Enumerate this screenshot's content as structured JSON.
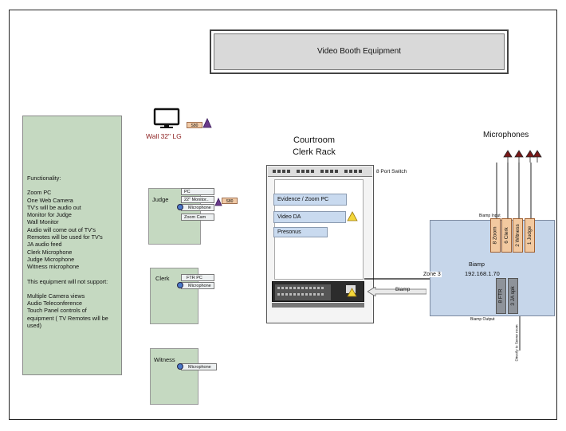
{
  "title": "Video Booth Equipment",
  "functionality": {
    "lines": [
      "Functionality:",
      "",
      "Zoom PC",
      "One Web Camera",
      "TV's will be audio out",
      "Monitor for Judge",
      "Wall Monitor",
      "Audio will come out of TV's",
      "Remotes will be used for TV's",
      "JA audio feed",
      "Clerk Microphone",
      "Judge Microphone",
      "Witness microphone",
      "",
      "This equipment will not support:",
      "",
      "Multiple Camera views",
      "Audio Teleconference",
      "Touch Panel controls of",
      "equipment ( TV Remotes will be",
      "used)"
    ]
  },
  "wall": {
    "label": "Wall 32\" LG",
    "badge": "S80"
  },
  "judge": {
    "title": "Judge",
    "items": [
      "PC",
      "22\" Monitor..",
      "Microphone",
      "Zoom Cam"
    ],
    "badge": "S80"
  },
  "clerk": {
    "title": "Clerk",
    "items": [
      "FTR PC",
      "Microphone"
    ]
  },
  "witness": {
    "title": "Witness",
    "items": [
      "Microphone"
    ]
  },
  "rack": {
    "title_line1": "Courtroom",
    "title_line2": "Clerk Rack",
    "switch_label": "8 Port Switch",
    "items": [
      "Evidence / Zoom PC",
      "Video DA",
      "Presonus"
    ]
  },
  "biamp": {
    "title": "Biamp",
    "ip": "192.168.1.70",
    "input_label": "Biamp Input",
    "output_label": "Biamp Output",
    "inputs": [
      "8 Zoom",
      "6 Clerk",
      "2 Witness",
      "1 Judge"
    ],
    "outputs": [
      "8 FTR",
      "3 JA spk"
    ],
    "side_note": "Directly to Server room",
    "zone_label": "Zone 3",
    "arrow_label": "Biamp"
  },
  "microphones": {
    "title": "Microphones"
  },
  "colors": {
    "panel": "#c5d9c1",
    "rack_item": "#c9daef",
    "biamp": "#c6d6ea",
    "input": "#f2c9a0",
    "output": "#8e939a"
  }
}
